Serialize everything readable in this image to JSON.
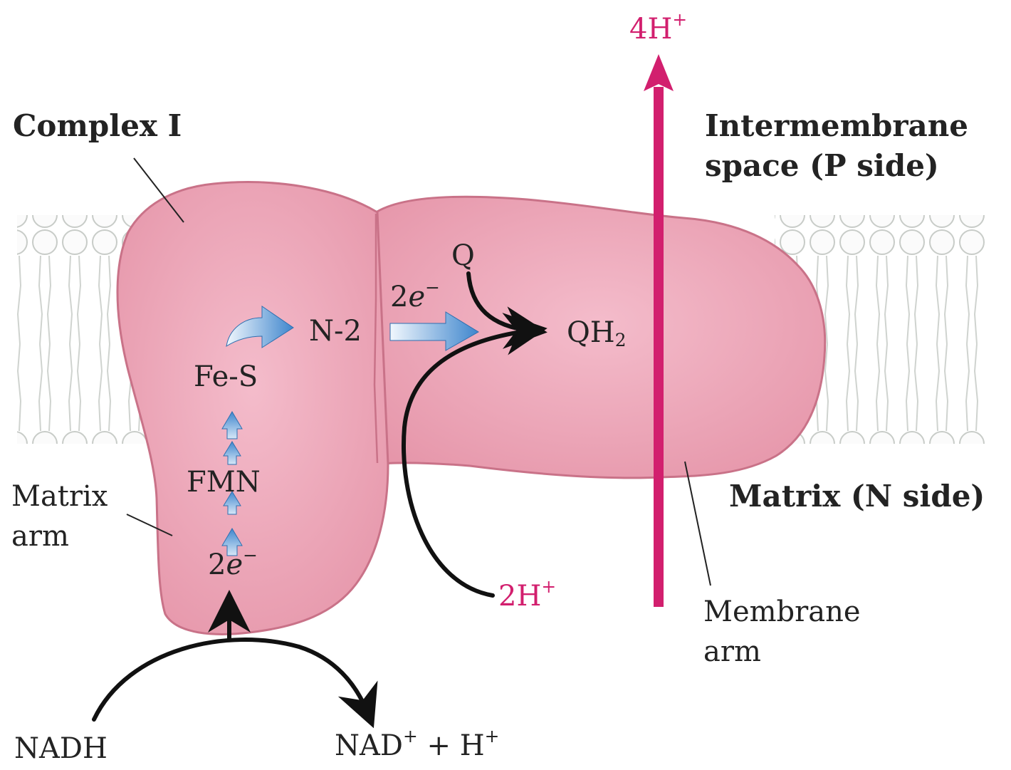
{
  "labels": {
    "complex_i": "Complex I",
    "intermembrane_line1": "Intermembrane",
    "intermembrane_line2_pre": "space (",
    "intermembrane_side_letter": "P",
    "intermembrane_line2_post": " side)",
    "matrix_side_pre": "Matrix (",
    "matrix_side_letter": "N",
    "matrix_side_post": " side)",
    "matrix_arm_line1": "Matrix",
    "matrix_arm_line2": "arm",
    "membrane_arm_line1": "Membrane",
    "membrane_arm_line2": "arm"
  },
  "species": {
    "proton_out_coef": "4H",
    "proton_out_charge": "+",
    "proton_in_coef": "2H",
    "proton_in_charge": "+",
    "q": "Q",
    "qh2_base": "QH",
    "qh2_sub": "2",
    "n2": "N-2",
    "fes": "Fe-S",
    "fmn": "FMN",
    "electron_top_coef": "2",
    "electron_top_e": "e",
    "electron_top_charge": "−",
    "electron_bottom_coef": "2",
    "electron_bottom_e": "e",
    "electron_bottom_charge": "−",
    "nadh": "NADH",
    "nad_base": "NAD",
    "nad_charge": "+",
    "nad_plus_h": " + H",
    "nad_h_charge": "+"
  },
  "colors": {
    "protein": "#eca3b4",
    "protein_edge": "#c97288",
    "proton": "#d21f6e",
    "electron_arrow": "#5a9ad6",
    "membrane": "#d2d6d2",
    "text": "#232323"
  }
}
